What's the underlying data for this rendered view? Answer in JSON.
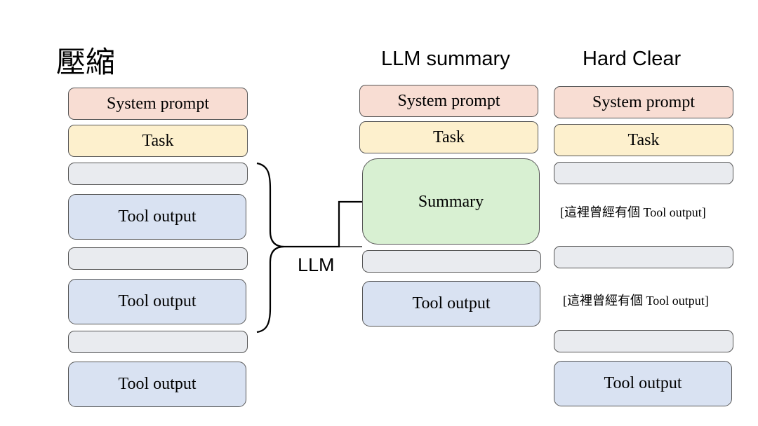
{
  "columns": {
    "compress": {
      "title": "壓縮",
      "system_prompt": "System prompt",
      "task": "Task",
      "tool_output_1": "Tool output",
      "tool_output_2": "Tool output",
      "tool_output_3": "Tool output"
    },
    "llm_summary": {
      "title": "LLM summary",
      "system_prompt": "System prompt",
      "task": "Task",
      "summary": "Summary",
      "tool_output": "Tool output"
    },
    "hard_clear": {
      "title": "Hard Clear",
      "system_prompt": "System prompt",
      "task": "Task",
      "placeholder_1": "[這裡曾經有個 Tool output]",
      "placeholder_2": "[這裡曾經有個 Tool output]",
      "tool_output": "Tool output"
    }
  },
  "connector": {
    "label": "LLM"
  },
  "colors": {
    "system_prompt": "#f8ddd3",
    "task": "#fdf0cd",
    "gray_block": "#e9ebef",
    "tool_output": "#d9e2f2",
    "summary": "#d8f0d2",
    "border": "#555555"
  }
}
